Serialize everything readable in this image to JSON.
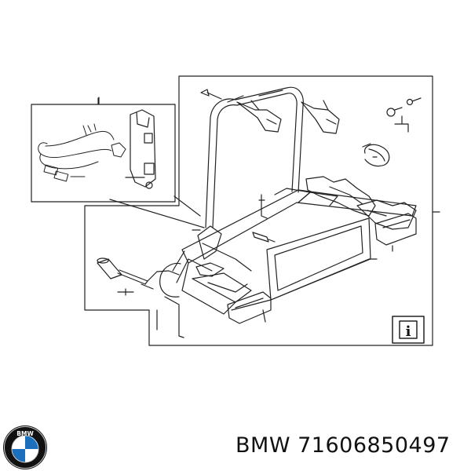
{
  "brand": {
    "name": "BMW",
    "logo_letters": "BMW",
    "colors": {
      "blue": "#1b6fbd",
      "black": "#111111",
      "silver": "#c9ced3"
    }
  },
  "part": {
    "brand_label": "BMW",
    "number": "71606850497"
  },
  "diagram": {
    "info_box_symbol": "i",
    "line_color": "#222222"
  }
}
